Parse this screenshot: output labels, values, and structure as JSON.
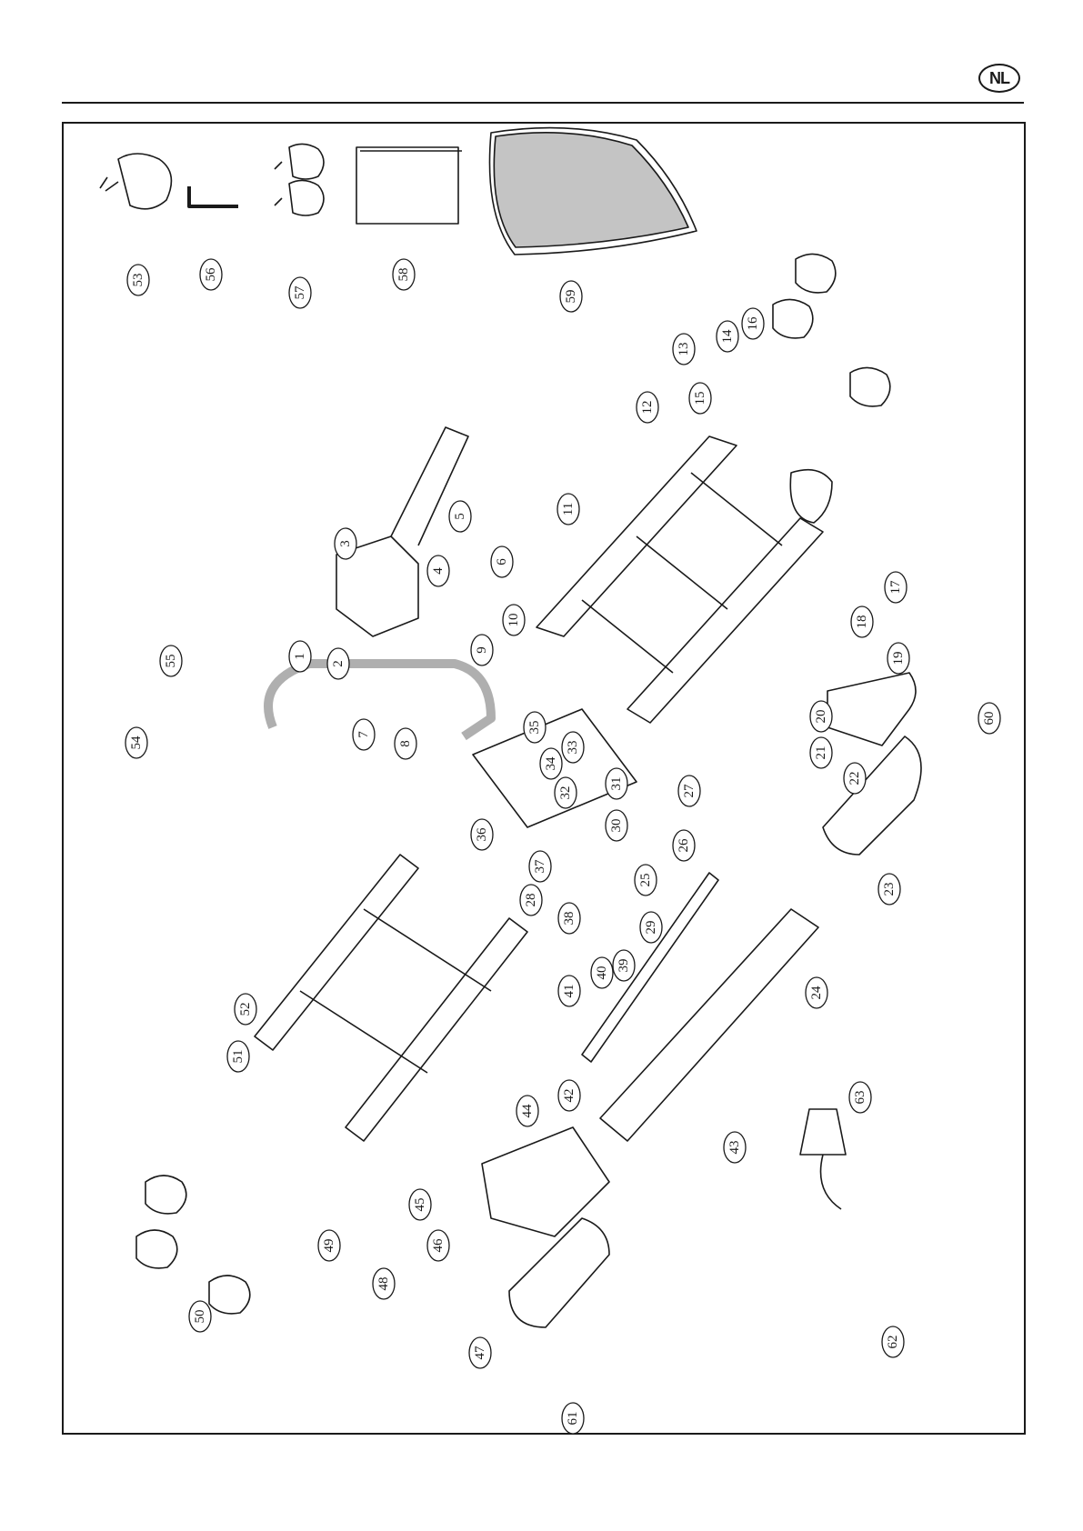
{
  "header": {
    "language_code": "NL"
  },
  "diagram": {
    "callouts": [
      {
        "label": "1"
      },
      {
        "label": "2"
      },
      {
        "label": "3"
      },
      {
        "label": "4"
      },
      {
        "label": "5"
      },
      {
        "label": "6"
      },
      {
        "label": "7"
      },
      {
        "label": "8"
      },
      {
        "label": "9"
      },
      {
        "label": "10"
      },
      {
        "label": "11"
      },
      {
        "label": "12"
      },
      {
        "label": "13"
      },
      {
        "label": "14"
      },
      {
        "label": "15"
      },
      {
        "label": "16"
      },
      {
        "label": "17"
      },
      {
        "label": "18"
      },
      {
        "label": "19"
      },
      {
        "label": "20"
      },
      {
        "label": "21"
      },
      {
        "label": "22"
      },
      {
        "label": "23"
      },
      {
        "label": "24"
      },
      {
        "label": "25"
      },
      {
        "label": "26"
      },
      {
        "label": "27"
      },
      {
        "label": "28"
      },
      {
        "label": "29"
      },
      {
        "label": "30"
      },
      {
        "label": "31"
      },
      {
        "label": "32"
      },
      {
        "label": "33"
      },
      {
        "label": "34"
      },
      {
        "label": "35"
      },
      {
        "label": "36"
      },
      {
        "label": "37"
      },
      {
        "label": "38"
      },
      {
        "label": "39"
      },
      {
        "label": "40"
      },
      {
        "label": "41"
      },
      {
        "label": "42"
      },
      {
        "label": "43"
      },
      {
        "label": "44"
      },
      {
        "label": "45"
      },
      {
        "label": "46"
      },
      {
        "label": "47"
      },
      {
        "label": "48"
      },
      {
        "label": "49"
      },
      {
        "label": "50"
      },
      {
        "label": "51"
      },
      {
        "label": "52"
      },
      {
        "label": "53"
      },
      {
        "label": "54"
      },
      {
        "label": "55"
      },
      {
        "label": "56"
      },
      {
        "label": "57"
      },
      {
        "label": "58"
      },
      {
        "label": "59"
      },
      {
        "label": "60"
      },
      {
        "label": "61"
      },
      {
        "label": "62"
      },
      {
        "label": "63"
      }
    ]
  }
}
